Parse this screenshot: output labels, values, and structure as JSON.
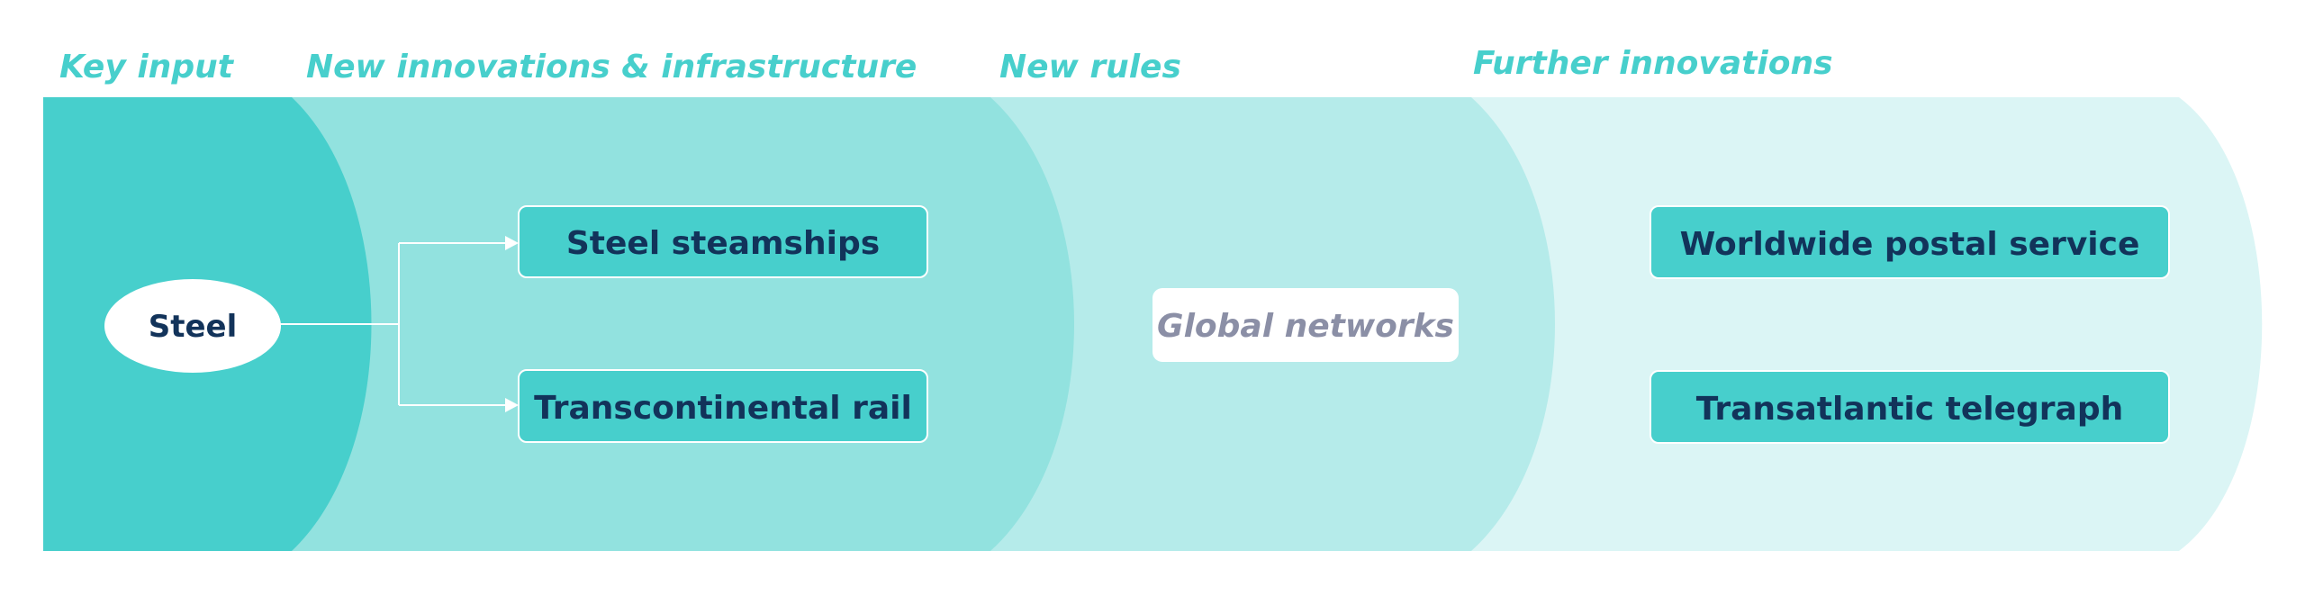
{
  "colors": {
    "header_text": "#47cfcc",
    "band_key_input": "#47cfcc",
    "band_innovations": "#92e2df",
    "band_rules": "#b5ebea",
    "band_further": "#dbf5f5",
    "box_fill": "#47cfcc",
    "box_text": "#12335a",
    "rules_text": "#8b8fa6",
    "connector": "#ffffff"
  },
  "headers": {
    "key_input": "Key input",
    "innovations": "New innovations & infrastructure",
    "rules": "New rules",
    "further": "Further innovations"
  },
  "nodes": {
    "steel": "Steel",
    "steamships": "Steel steamships",
    "rail": "Transcontinental rail",
    "global_networks": "Global networks",
    "postal": "Worldwide postal service",
    "telegraph": "Transatlantic telegraph"
  }
}
